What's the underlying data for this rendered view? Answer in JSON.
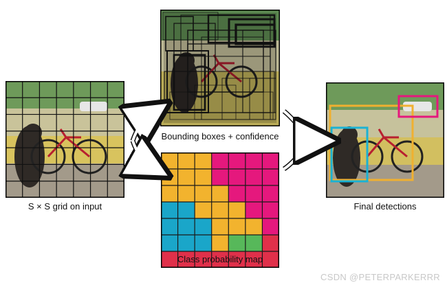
{
  "captions": {
    "input": "S × S grid on input",
    "boxes": "Bounding boxes + confidence",
    "classmap": "Class probability map",
    "final": "Final detections"
  },
  "watermark": "CSDN @PETERPARKERRR",
  "grid_size": 7,
  "class_map": [
    [
      "yellow",
      "yellow",
      "yellow",
      "magenta",
      "magenta",
      "magenta",
      "magenta"
    ],
    [
      "yellow",
      "yellow",
      "yellow",
      "magenta",
      "magenta",
      "magenta",
      "magenta"
    ],
    [
      "yellow",
      "yellow",
      "yellow",
      "yellow",
      "magenta",
      "magenta",
      "magenta"
    ],
    [
      "cyan",
      "cyan",
      "yellow",
      "yellow",
      "yellow",
      "magenta",
      "magenta"
    ],
    [
      "cyan",
      "cyan",
      "cyan",
      "yellow",
      "yellow",
      "yellow",
      "magenta"
    ],
    [
      "cyan",
      "cyan",
      "cyan",
      "yellow",
      "green",
      "green",
      "red"
    ],
    [
      "red",
      "red",
      "red",
      "red",
      "red",
      "red",
      "red"
    ]
  ],
  "colors": {
    "yellow": "#f2b32e",
    "magenta": "#e5187d",
    "cyan": "#1aa6c9",
    "green": "#57b85a",
    "red": "#e0304a",
    "final_box_dog": "#1ab2d4",
    "final_box_bike": "#f0b030",
    "final_box_car": "#e5187d"
  }
}
